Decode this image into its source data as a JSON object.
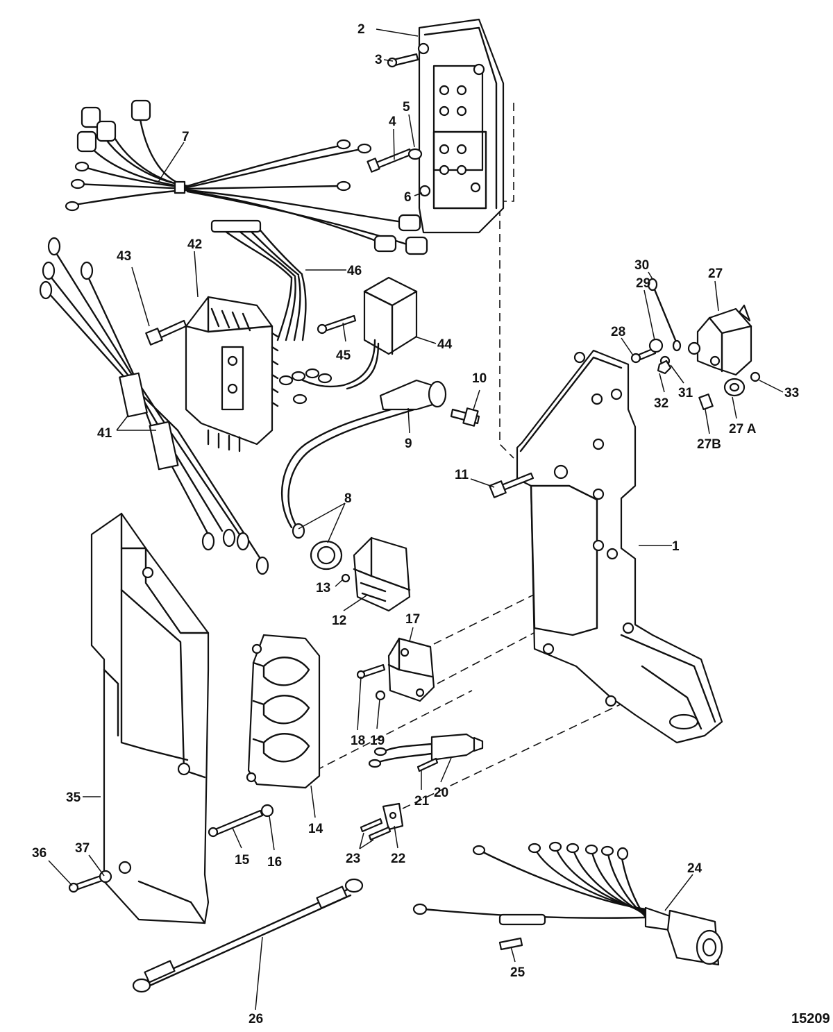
{
  "figure_number": "15209",
  "callouts": [
    {
      "id": "1",
      "label": "1"
    },
    {
      "id": "2",
      "label": "2"
    },
    {
      "id": "3",
      "label": "3"
    },
    {
      "id": "4",
      "label": "4"
    },
    {
      "id": "5",
      "label": "5"
    },
    {
      "id": "6",
      "label": "6"
    },
    {
      "id": "7",
      "label": "7"
    },
    {
      "id": "8",
      "label": "8"
    },
    {
      "id": "9",
      "label": "9"
    },
    {
      "id": "10",
      "label": "10"
    },
    {
      "id": "11",
      "label": "11"
    },
    {
      "id": "12",
      "label": "12"
    },
    {
      "id": "13",
      "label": "13"
    },
    {
      "id": "14",
      "label": "14"
    },
    {
      "id": "15",
      "label": "15"
    },
    {
      "id": "16",
      "label": "16"
    },
    {
      "id": "17",
      "label": "17"
    },
    {
      "id": "18",
      "label": "18"
    },
    {
      "id": "19",
      "label": "19"
    },
    {
      "id": "20",
      "label": "20"
    },
    {
      "id": "21",
      "label": "21"
    },
    {
      "id": "22",
      "label": "22"
    },
    {
      "id": "23",
      "label": "23"
    },
    {
      "id": "24",
      "label": "24"
    },
    {
      "id": "25",
      "label": "25"
    },
    {
      "id": "26",
      "label": "26"
    },
    {
      "id": "27",
      "label": "27"
    },
    {
      "id": "27A",
      "label": "27 A"
    },
    {
      "id": "27B",
      "label": "27B"
    },
    {
      "id": "28",
      "label": "28"
    },
    {
      "id": "29",
      "label": "29"
    },
    {
      "id": "30",
      "label": "30"
    },
    {
      "id": "31",
      "label": "31"
    },
    {
      "id": "32",
      "label": "32"
    },
    {
      "id": "33",
      "label": "33"
    },
    {
      "id": "35",
      "label": "35"
    },
    {
      "id": "36",
      "label": "36"
    },
    {
      "id": "37",
      "label": "37"
    },
    {
      "id": "41",
      "label": "41"
    },
    {
      "id": "42",
      "label": "42"
    },
    {
      "id": "43",
      "label": "43"
    },
    {
      "id": "44",
      "label": "44"
    },
    {
      "id": "45",
      "label": "45"
    },
    {
      "id": "46",
      "label": "46"
    }
  ]
}
